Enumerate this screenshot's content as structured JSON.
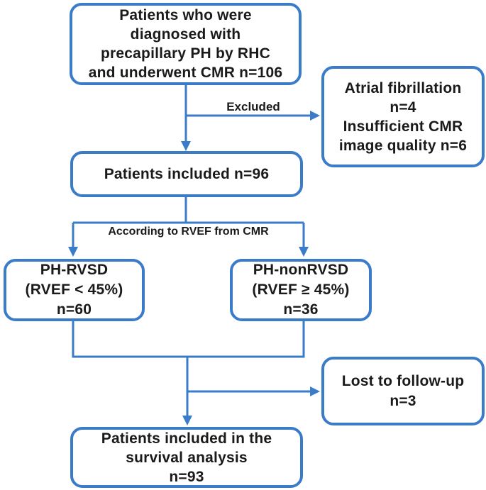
{
  "colors": {
    "accent": "#3B7CC9",
    "text": "#1A1A1A",
    "background": "#FFFFFF"
  },
  "boxes": {
    "diagnosed": {
      "lines": [
        "Patients who were",
        "diagnosed with",
        "precapillary PH by RHC",
        "and underwent CMR n=106"
      ]
    },
    "excluded": {
      "lines": [
        "Atrial fibrillation",
        "n=4",
        "Insufficient CMR",
        "image quality n=6"
      ]
    },
    "included": {
      "lines": [
        "Patients included n=96"
      ]
    },
    "rvsd": {
      "lines": [
        "PH-RVSD",
        "(RVEF < 45%)",
        "n=60"
      ]
    },
    "nonrvsd": {
      "lines": [
        "PH-nonRVSD",
        "(RVEF ≥ 45%)",
        "n=36"
      ]
    },
    "lost": {
      "lines": [
        "Lost to follow-up",
        "n=3"
      ]
    },
    "survival": {
      "lines": [
        "Patients included in the",
        "survival analysis",
        "n=93"
      ]
    }
  },
  "labels": {
    "excluded_arrow": "Excluded",
    "split": "According to RVEF from CMR"
  }
}
